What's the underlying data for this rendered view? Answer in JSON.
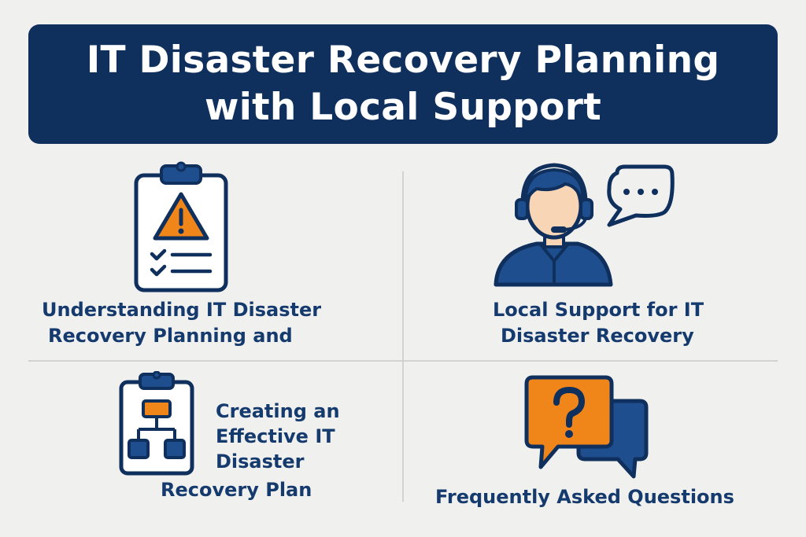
{
  "banner": {
    "title_line1": "IT Disaster Recovery Planning",
    "title_line2": "with Local Support"
  },
  "sections": {
    "understanding": {
      "line1": "Understanding IT Disaster",
      "line2": "Recovery Planning and",
      "icon": "clipboard-warning-icon"
    },
    "local_support": {
      "line1": "Local Support for IT",
      "line2": "Disaster Recovery",
      "icon": "support-agent-icon"
    },
    "creating_plan": {
      "line1": "Creating an",
      "line2": "Effective IT",
      "line3": "Disaster",
      "line4": "Recovery Plan",
      "icon": "clipboard-flowchart-icon"
    },
    "faq": {
      "line1": "Frequently Asked Questions",
      "icon": "question-chat-icon"
    }
  },
  "colors": {
    "navy": "#0f2f5d",
    "blue": "#1f4e8f",
    "orange": "#f0861a",
    "skin": "#f8d6b5",
    "background": "#f0f0ee"
  }
}
